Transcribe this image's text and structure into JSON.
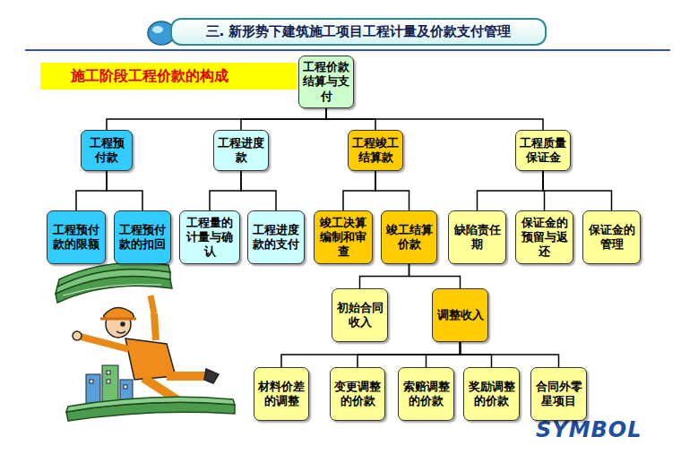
{
  "diagram": {
    "title": "三. 新形势下建筑施工项目工程计量及价款支付管理",
    "nodes": [
      {
        "text": [
          "施工阶段工程价款的构成"
        ]
      },
      {
        "text": [
          "工程价款结算与支付"
        ]
      },
      {
        "text": [
          "工程预付款"
        ]
      },
      {
        "text": [
          "工程进度款"
        ]
      },
      {
        "text": [
          "工程竣工结算款"
        ]
      },
      {
        "text": [
          "工程质量保证金"
        ]
      },
      {
        "text": [
          "工程预付款的限额"
        ]
      },
      {
        "text": [
          "工程预付款的扣回"
        ]
      },
      {
        "text": [
          "工程量的计量与确认"
        ]
      },
      {
        "text": [
          "工程进度款的支付"
        ]
      },
      {
        "text": [
          "竣工决算编制和审查"
        ]
      },
      {
        "text": [
          "竣工结算价款"
        ]
      },
      {
        "text": [
          "缺陷责任期"
        ]
      },
      {
        "text": [
          "保证金的预留与返还"
        ]
      },
      {
        "text": [
          "保证金的管理"
        ]
      },
      {
        "text": [
          "初始合同收入"
        ]
      },
      {
        "text": [
          "调整收入"
        ]
      },
      {
        "text": [
          "材料价差的调整"
        ]
      },
      {
        "text": [
          "变更调整的价款"
        ]
      },
      {
        "text": [
          "索赔调整的价款"
        ]
      },
      {
        "text": [
          "奖励调整的价款"
        ]
      },
      {
        "text": [
          "合同外零星项目"
        ]
      }
    ],
    "edges": [
      {
        "from": 1,
        "to": 2,
        "arrow": "none"
      },
      {
        "from": 1,
        "to": 3,
        "arrow": "none"
      },
      {
        "from": 1,
        "to": 4,
        "arrow": "none"
      },
      {
        "from": 1,
        "to": 5,
        "arrow": "none"
      },
      {
        "from": 2,
        "to": 6,
        "arrow": "none"
      },
      {
        "from": 2,
        "to": 7,
        "arrow": "none"
      },
      {
        "from": 3,
        "to": 8,
        "arrow": "none"
      },
      {
        "from": 3,
        "to": 9,
        "arrow": "none"
      },
      {
        "from": 4,
        "to": 10,
        "arrow": "none"
      },
      {
        "from": 4,
        "to": 11,
        "arrow": "none"
      },
      {
        "from": 5,
        "to": 12,
        "arrow": "none"
      },
      {
        "from": 5,
        "to": 13,
        "arrow": "none"
      },
      {
        "from": 5,
        "to": 14,
        "arrow": "none"
      },
      {
        "from": 11,
        "to": 15,
        "arrow": "none"
      },
      {
        "from": 11,
        "to": 16,
        "arrow": "none"
      },
      {
        "from": 16,
        "to": 17,
        "arrow": "none"
      },
      {
        "from": 16,
        "to": 18,
        "arrow": "none"
      },
      {
        "from": 16,
        "to": 19,
        "arrow": "none"
      },
      {
        "from": 16,
        "to": 20,
        "arrow": "none"
      },
      {
        "from": 16,
        "to": 21,
        "arrow": "none"
      }
    ],
    "labels": [
      "SYMBOL"
    ]
  }
}
